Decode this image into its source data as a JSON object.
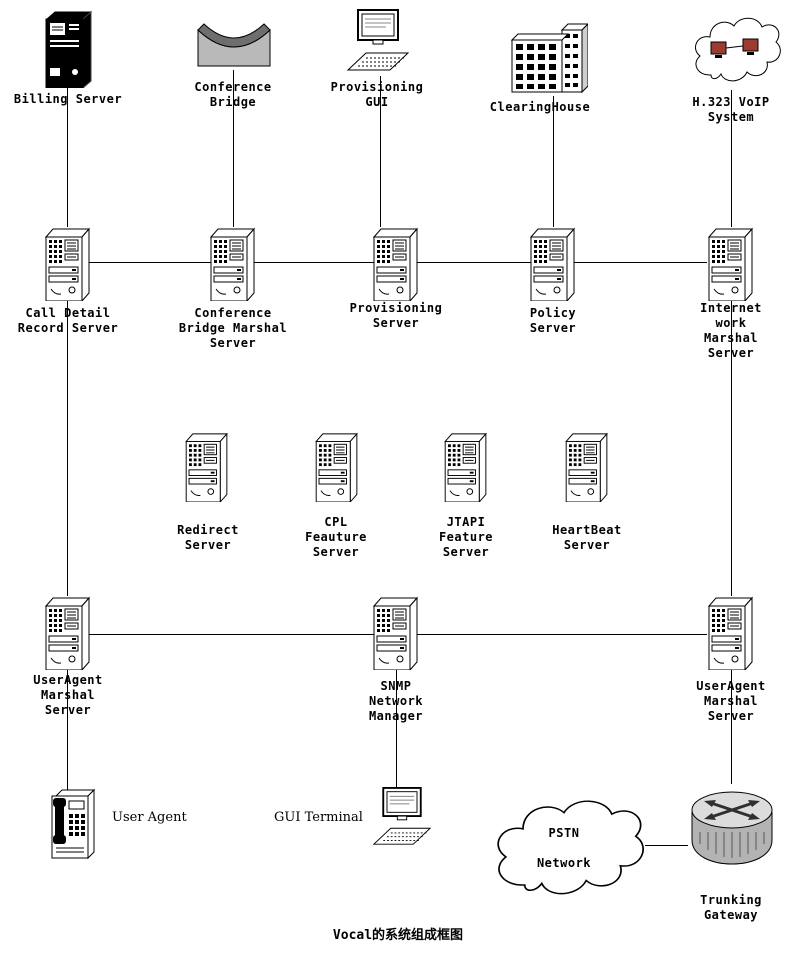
{
  "caption": "Vocal的系统组成框图",
  "icons": {
    "black-tower-icon": "billing server mini-tower (black)",
    "conference-bridge-icon": "gray curved bridge block",
    "desktop-computer-icon": "monitor with keyboard",
    "building-icon": "office building with windows",
    "cloud-network-icon": "cloud with two linked computers",
    "server-tower-icon": "white server tower",
    "phone-icon": "desk phone with handset",
    "cloud-icon": "network cloud",
    "router-icon": "cylindrical gateway router with arrows"
  },
  "nodes": {
    "billing": {
      "label": "Billing Server"
    },
    "conference_bridge": {
      "label": "Conference\nBridge"
    },
    "provisioning_gui": {
      "label": "Provisioning\nGUI"
    },
    "clearinghouse": {
      "label": "ClearingHouse"
    },
    "h323": {
      "label": "H.323 VoIP\nSystem"
    },
    "cdr": {
      "label": "Call Detail\nRecord Server"
    },
    "cb_marshal": {
      "label": "Conference\nBridge Marshal\nServer"
    },
    "provisioning_server": {
      "label": "Provisioning\nServer"
    },
    "policy": {
      "label": "Policy\nServer"
    },
    "internetwork_marshal": {
      "label": "Internet\nwork\nMarshal\nServer"
    },
    "redirect": {
      "label": "Redirect\nServer"
    },
    "cpl": {
      "label": "CPL\nFeauture\nServer"
    },
    "jtapi": {
      "label": "JTAPI\nFeature\nServer"
    },
    "heartbeat": {
      "label": "HeartBeat\nServer"
    },
    "ua_marshal_left": {
      "label": "UserAgent\nMarshal\nServer"
    },
    "snmp": {
      "label": "SNMP\nNetwork\nManager"
    },
    "ua_marshal_right": {
      "label": "UserAgent\nMarshal\nServer"
    },
    "user_agent": {
      "label": "User Agent"
    },
    "gui_terminal": {
      "label": "GUI Terminal"
    },
    "pstn": {
      "label": "PSTN\nNetwork"
    },
    "trunking_gateway": {
      "label": "Trunking\nGateway"
    }
  }
}
